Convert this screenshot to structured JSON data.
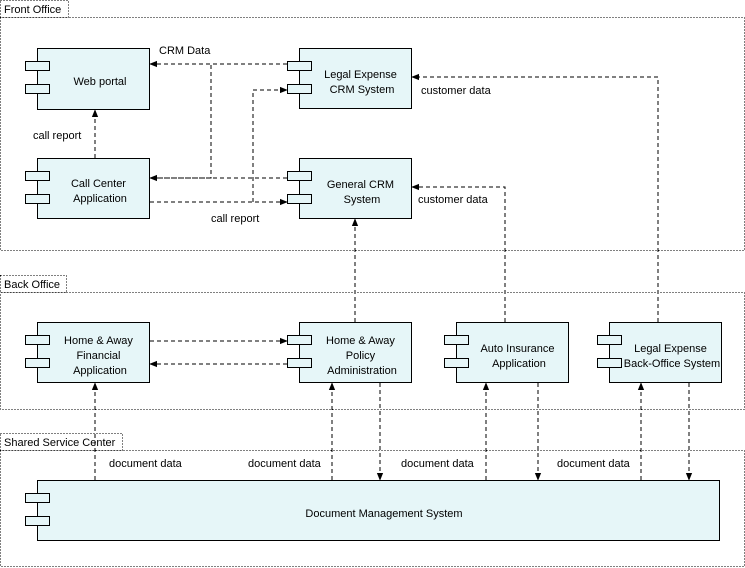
{
  "groups": {
    "front_office": "Front Office",
    "back_office": "Back Office",
    "shared_service_center": "Shared Service Center"
  },
  "components": {
    "web_portal": [
      "Web portal"
    ],
    "call_center": [
      "Call Center",
      "Application"
    ],
    "legal_crm": [
      "Legal Expense",
      "CRM System"
    ],
    "general_crm": [
      "General CRM",
      "System"
    ],
    "home_away_financial": [
      "Home & Away",
      "Financial",
      "Application"
    ],
    "home_away_policy": [
      "Home & Away",
      "Policy",
      "Administration"
    ],
    "auto_insurance": [
      "Auto Insurance",
      "Application"
    ],
    "legal_backoffice": [
      "Legal Expense",
      "Back-Office System"
    ],
    "document_mgmt": [
      "Document Management System"
    ]
  },
  "flow_labels": {
    "crm_data": "CRM Data",
    "call_report_1": "call report",
    "call_report_2": "call report",
    "customer_data_1": "customer data",
    "customer_data_2": "customer data",
    "document_data_1": "document data",
    "document_data_2": "document data",
    "document_data_3": "document data",
    "document_data_4": "document data"
  }
}
